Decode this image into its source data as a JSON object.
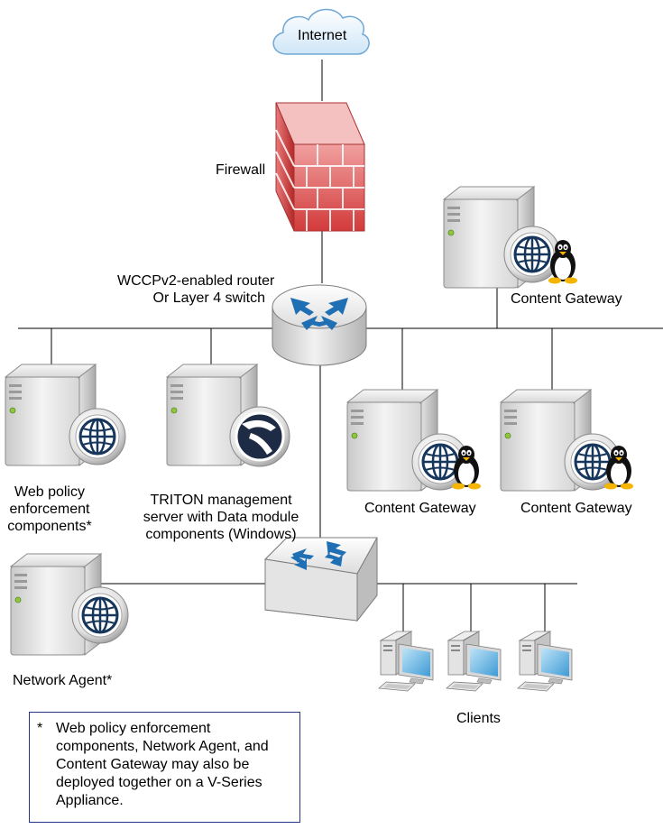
{
  "labels": {
    "internet": "Internet",
    "firewall": "Firewall",
    "router_line1": "WCCPv2-enabled router",
    "router_line2": "Or Layer 4 switch",
    "content_gateway_top": "Content Gateway",
    "content_gateway_mid": "Content Gateway",
    "content_gateway_right": "Content Gateway",
    "web_policy_line1": "Web policy",
    "web_policy_line2": "enforcement",
    "web_policy_line3": "components*",
    "triton_line1": "TRITON management",
    "triton_line2": "server with Data module",
    "triton_line3": "components (Windows)",
    "network_agent": "Network Agent*",
    "clients": "Clients"
  },
  "footnote": {
    "star": "*",
    "text": "Web policy enforcement components, Network Agent, and Content Gateway may also be deployed together on a V-Series Appliance."
  },
  "icons": [
    "cloud-icon",
    "firewall-icon",
    "router-icon",
    "switch-icon",
    "server-icon",
    "globe-icon",
    "linux-penguin-icon",
    "triton-logo-icon",
    "desktop-computer-icon"
  ]
}
